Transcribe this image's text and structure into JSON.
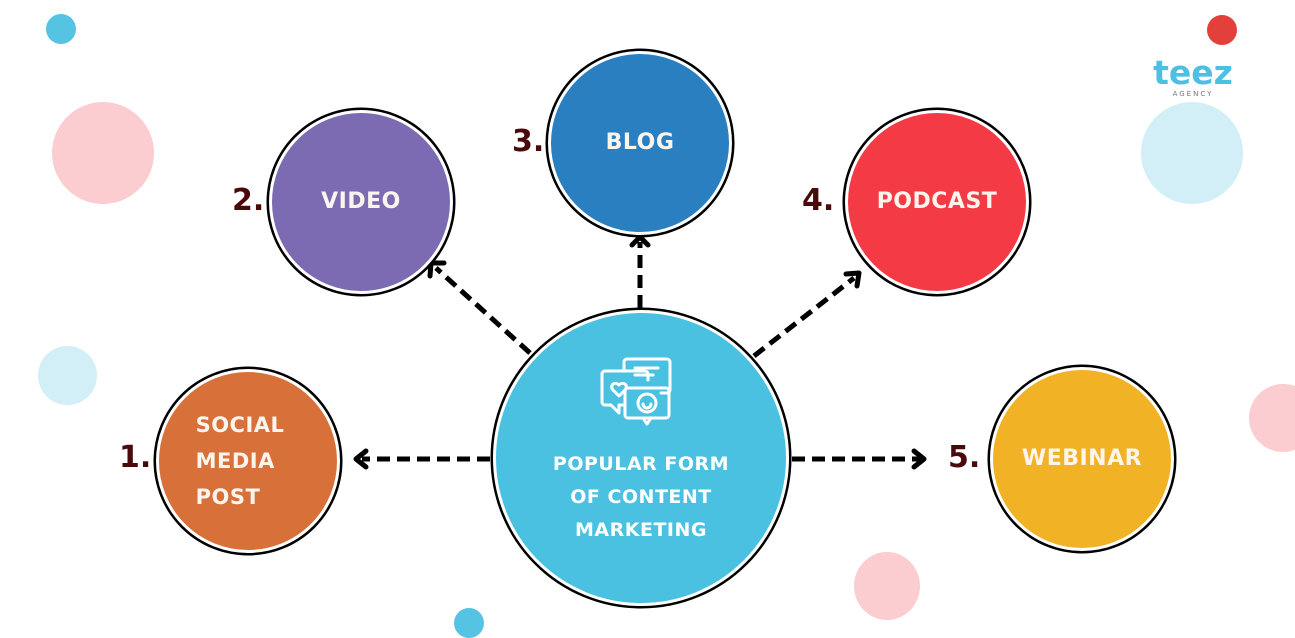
{
  "title": "Popular Form of Content Marketing",
  "logo": {
    "word": "teez",
    "subtitle": "AGENCY",
    "color": "#4cbfe3"
  },
  "center": {
    "label": "POPULAR FORM\nOF CONTENT\nMARKETING",
    "color": "#4bc1e2",
    "icon": "chat-bubbles-icon"
  },
  "items": [
    {
      "number": "1.",
      "label": "SOCIAL\nMEDIA\nPOST",
      "color": "#d8703a"
    },
    {
      "number": "2.",
      "label": "VIDEO",
      "color": "#7c6bb2"
    },
    {
      "number": "3.",
      "label": "BLOG",
      "color": "#2a7fc1"
    },
    {
      "number": "4.",
      "label": "PODCAST",
      "color": "#f33a45"
    },
    {
      "number": "5.",
      "label": "WEBINAR",
      "color": "#f2b225"
    }
  ],
  "decor_colors": {
    "blue": "#55c4e3",
    "light_blue": "#d2eef7",
    "pink": "#fbccd0",
    "red": "#e3403c"
  }
}
